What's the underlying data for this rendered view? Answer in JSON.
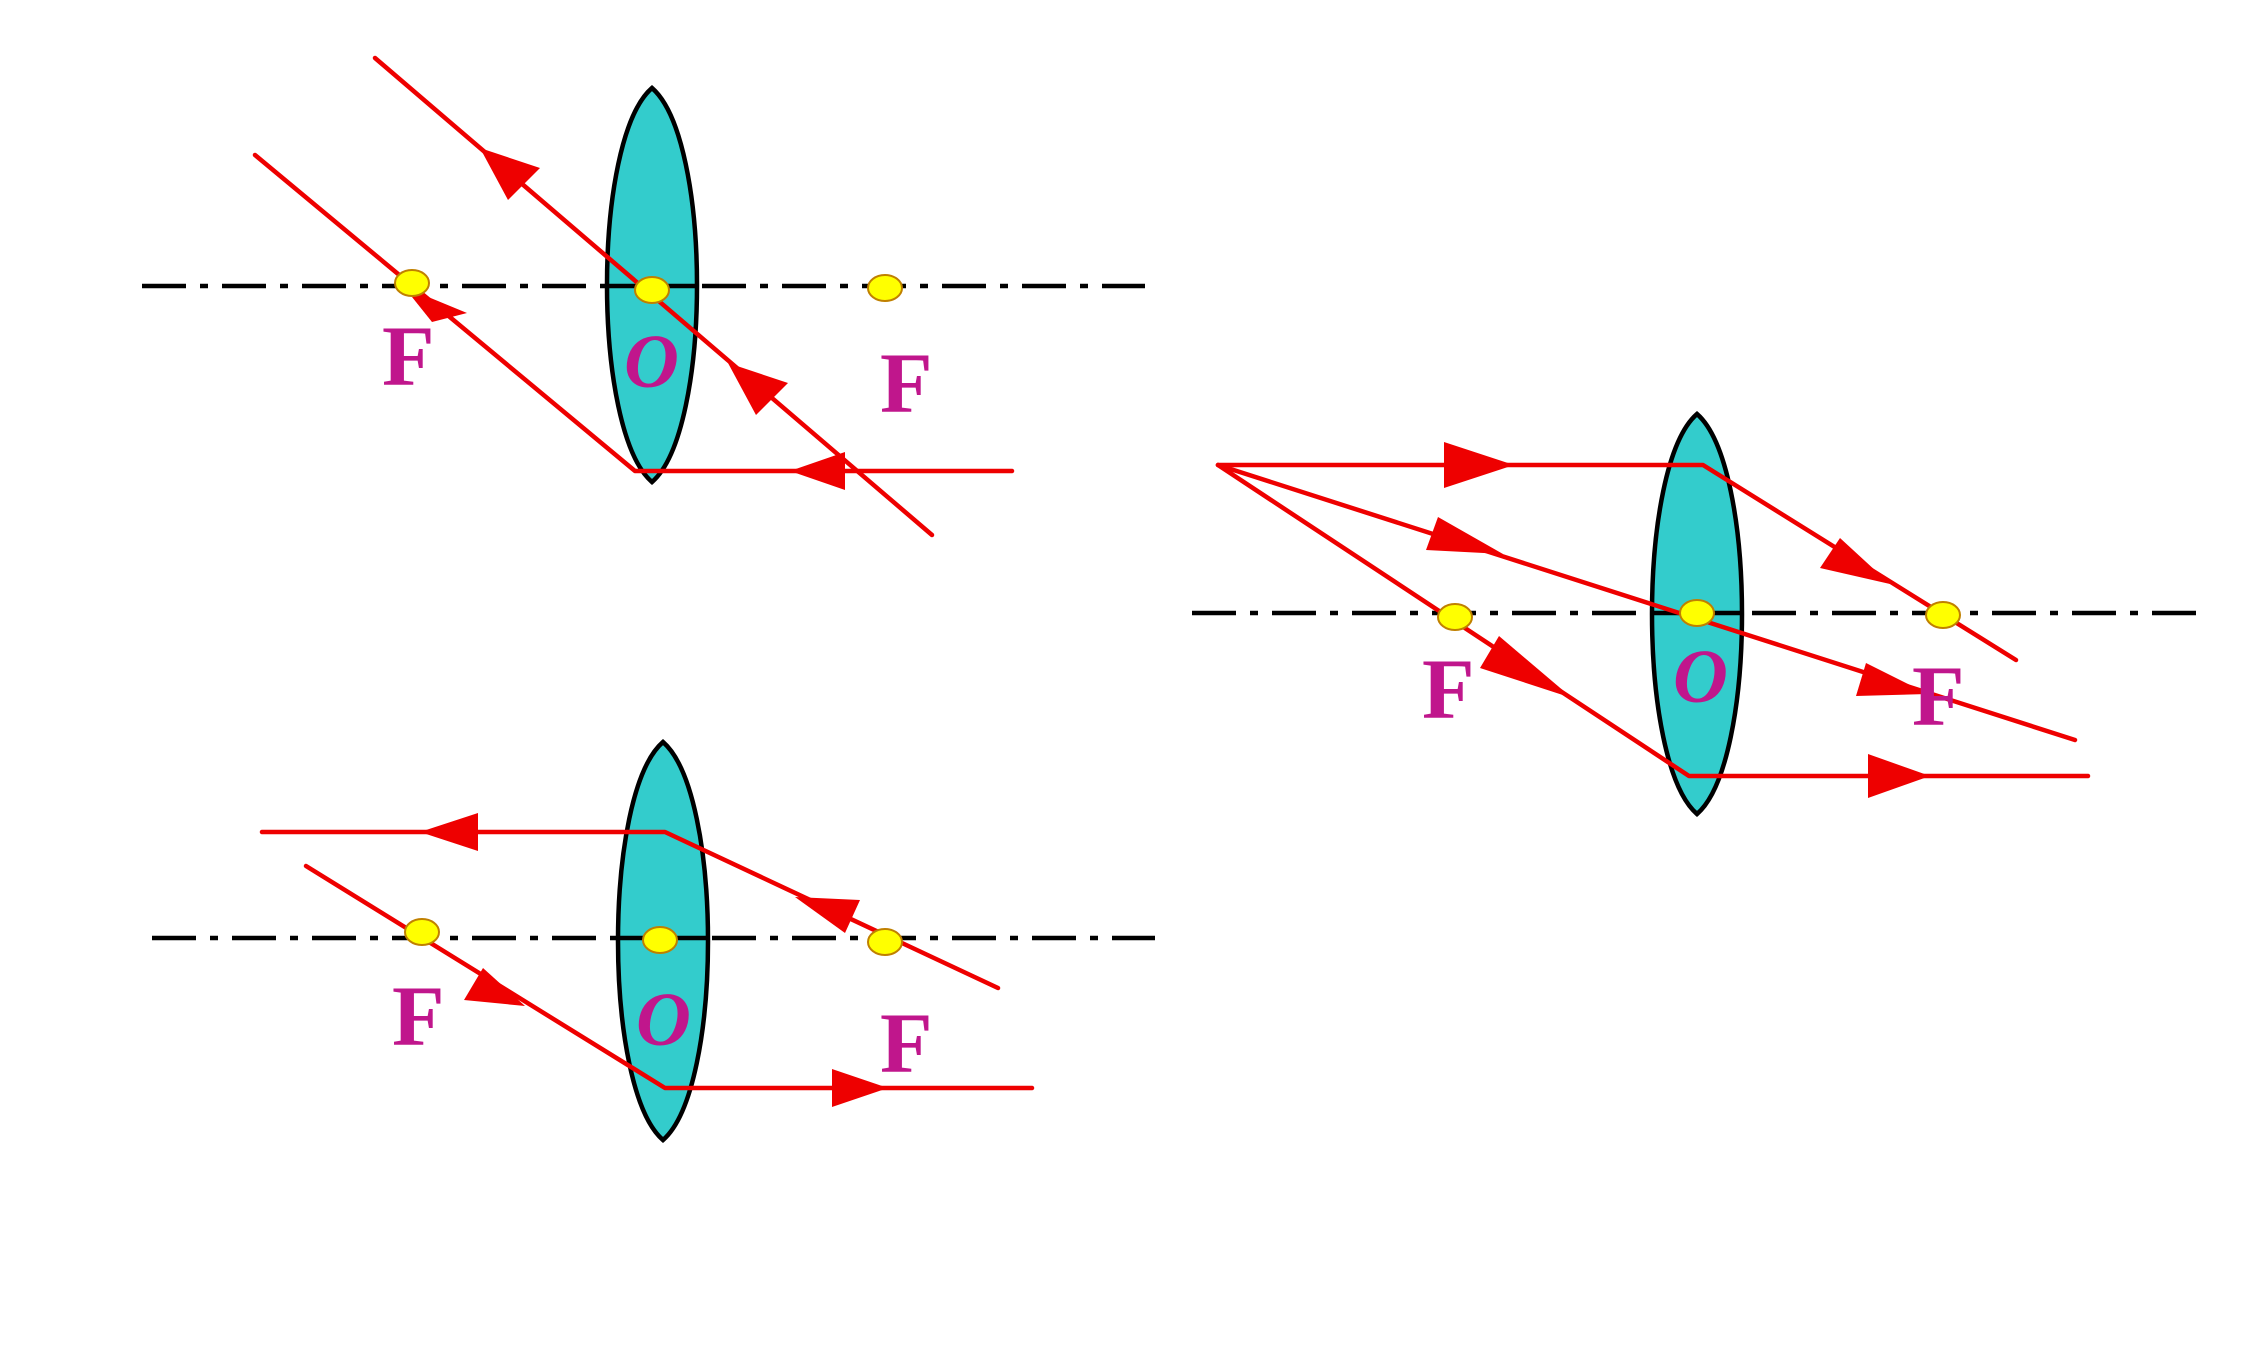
{
  "diagrams": [
    {
      "id": "top-left",
      "focal_left_label": "F",
      "center_label": "O",
      "focal_right_label": "F"
    },
    {
      "id": "bottom-left",
      "focal_left_label": "F",
      "center_label": "O",
      "focal_right_label": "F"
    },
    {
      "id": "right",
      "focal_left_label": "F",
      "center_label": "O",
      "focal_right_label": "F"
    }
  ],
  "colors": {
    "lens_fill": "#33cccc",
    "ray": "#ee0000",
    "point": "#ffff00",
    "label": "#c0168c",
    "axis": "#000000"
  }
}
